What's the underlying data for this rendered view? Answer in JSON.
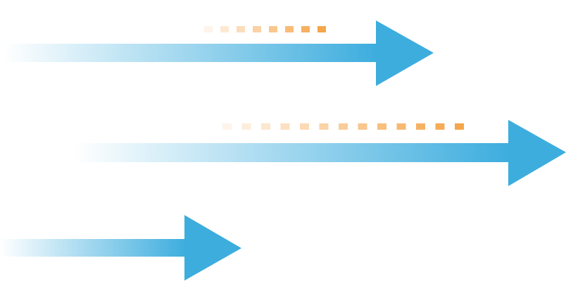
{
  "colors": {
    "background": "#ffffff",
    "arrow_blue": "#3dadde",
    "dash_orange": "#f5a54a"
  },
  "arrows": [
    {
      "name": "arrow-top",
      "icon": "right-arrow-icon",
      "has_trail": true
    },
    {
      "name": "arrow-middle",
      "icon": "right-arrow-icon",
      "has_trail": true
    },
    {
      "name": "arrow-bottom",
      "icon": "right-arrow-icon",
      "has_trail": false
    }
  ]
}
